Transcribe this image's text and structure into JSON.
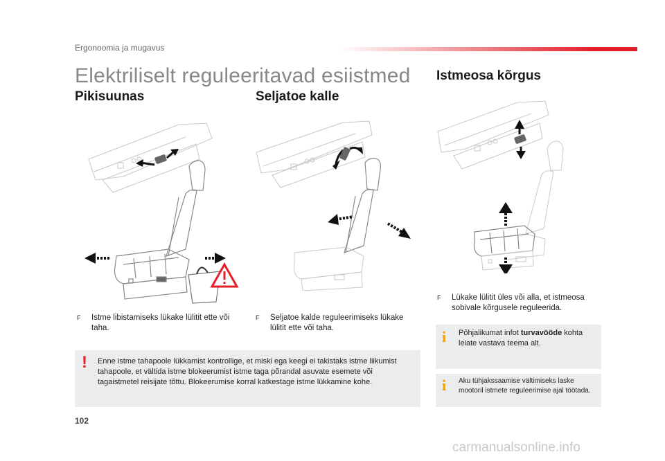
{
  "header": {
    "section": "Ergonoomia ja mugavus",
    "accent_color": "#e3202a"
  },
  "title": "Elektriliselt reguleeritavad esiistmed",
  "sections": {
    "pikisuunas": {
      "heading": "Pikisuunas",
      "bullet": "Istme libistamiseks lükake lülitit ette või taha."
    },
    "seljatoe": {
      "heading": "Seljatoe kalle",
      "bullet": "Seljatoe kalde reguleerimiseks lükake lülitit ette või taha."
    },
    "istmeosa": {
      "heading": "Istmeosa kõrgus",
      "bullet": "Lükake lülitit üles või alla, et istmeosa sobivale kõrgusele reguleerida."
    }
  },
  "warning": {
    "text": "Enne istme tahapoole lükkamist kontrollige, et miski ega keegi ei takistaks istme liikumist tahapoole, et vältida istme blokeerumist istme taga põrandal asuvate esemete või tagaistmetel reisijate tõttu. Blokeerumise korral katkestage istme lükkamine kohe."
  },
  "info1": {
    "before": "Põhjalikumat infot ",
    "bold": "turvavööde",
    "after": " kohta leiate vastava teema alt."
  },
  "info2": {
    "text": "Aku tühjakssaamise vältimiseks laske mootoril istmete reguleerimise ajal töötada."
  },
  "bullet_symbol": "F",
  "warning_symbol": "!",
  "info_symbol": "i",
  "page_number": "102",
  "watermark": "carmanualsonline.info"
}
